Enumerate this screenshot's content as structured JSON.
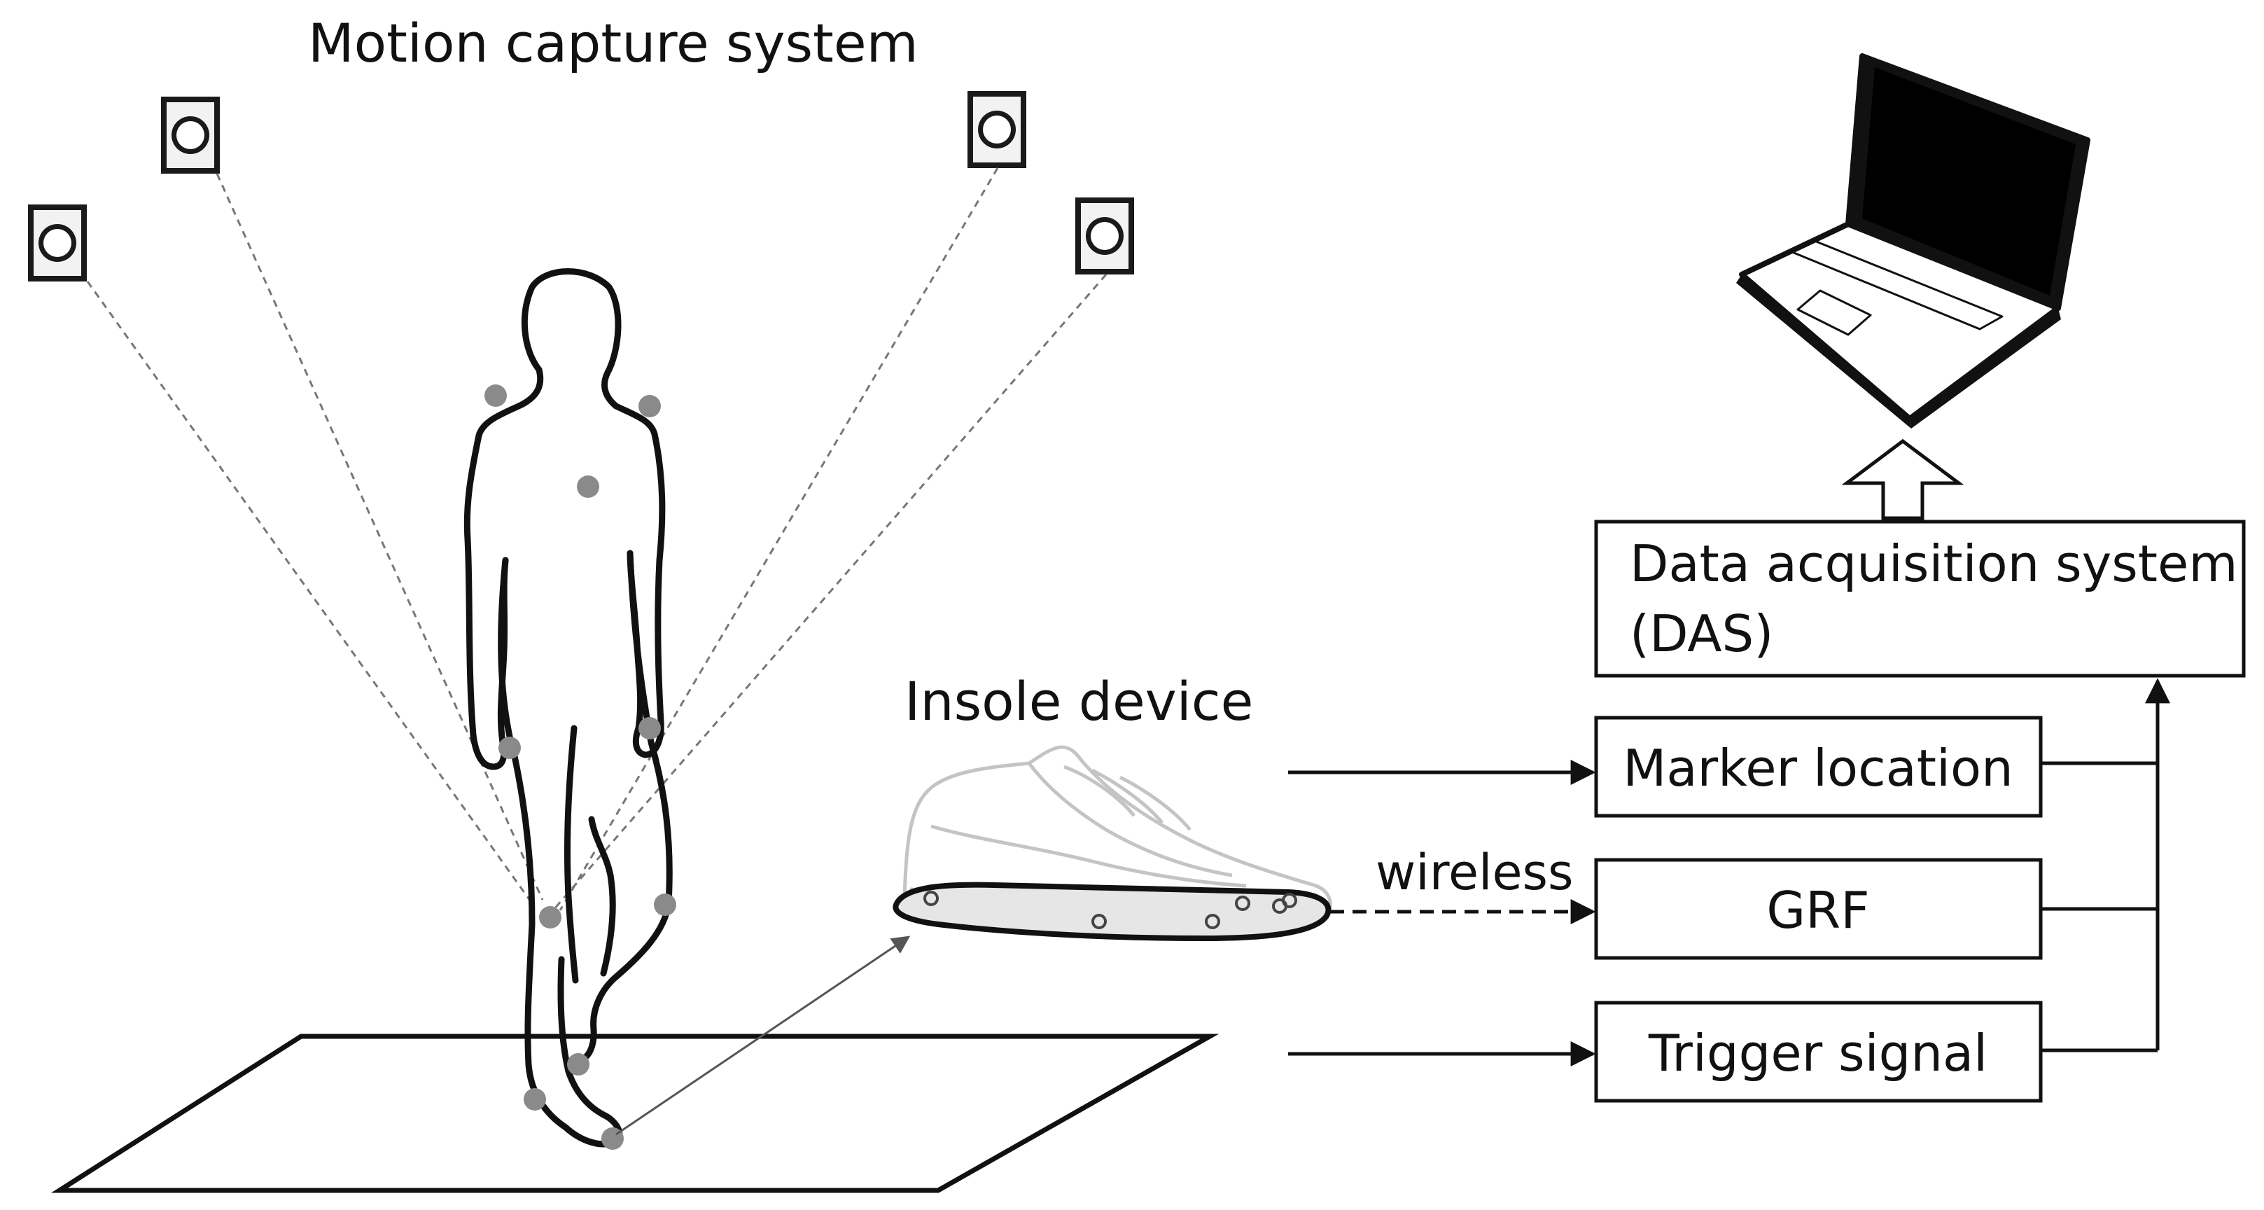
{
  "labels": {
    "motion_capture": "Motion capture system",
    "insole_device": "Insole device",
    "wireless": "wireless"
  },
  "boxes": {
    "das_line1": "Data acquisition system",
    "das_line2": "(DAS)",
    "marker_location": "Marker location",
    "grf": "GRF",
    "trigger_signal": "Trigger signal"
  },
  "colors": {
    "stroke": "#111111",
    "marker": "#8a8a8a",
    "dashed": "#777777",
    "shoe": "#c4c4c4"
  }
}
